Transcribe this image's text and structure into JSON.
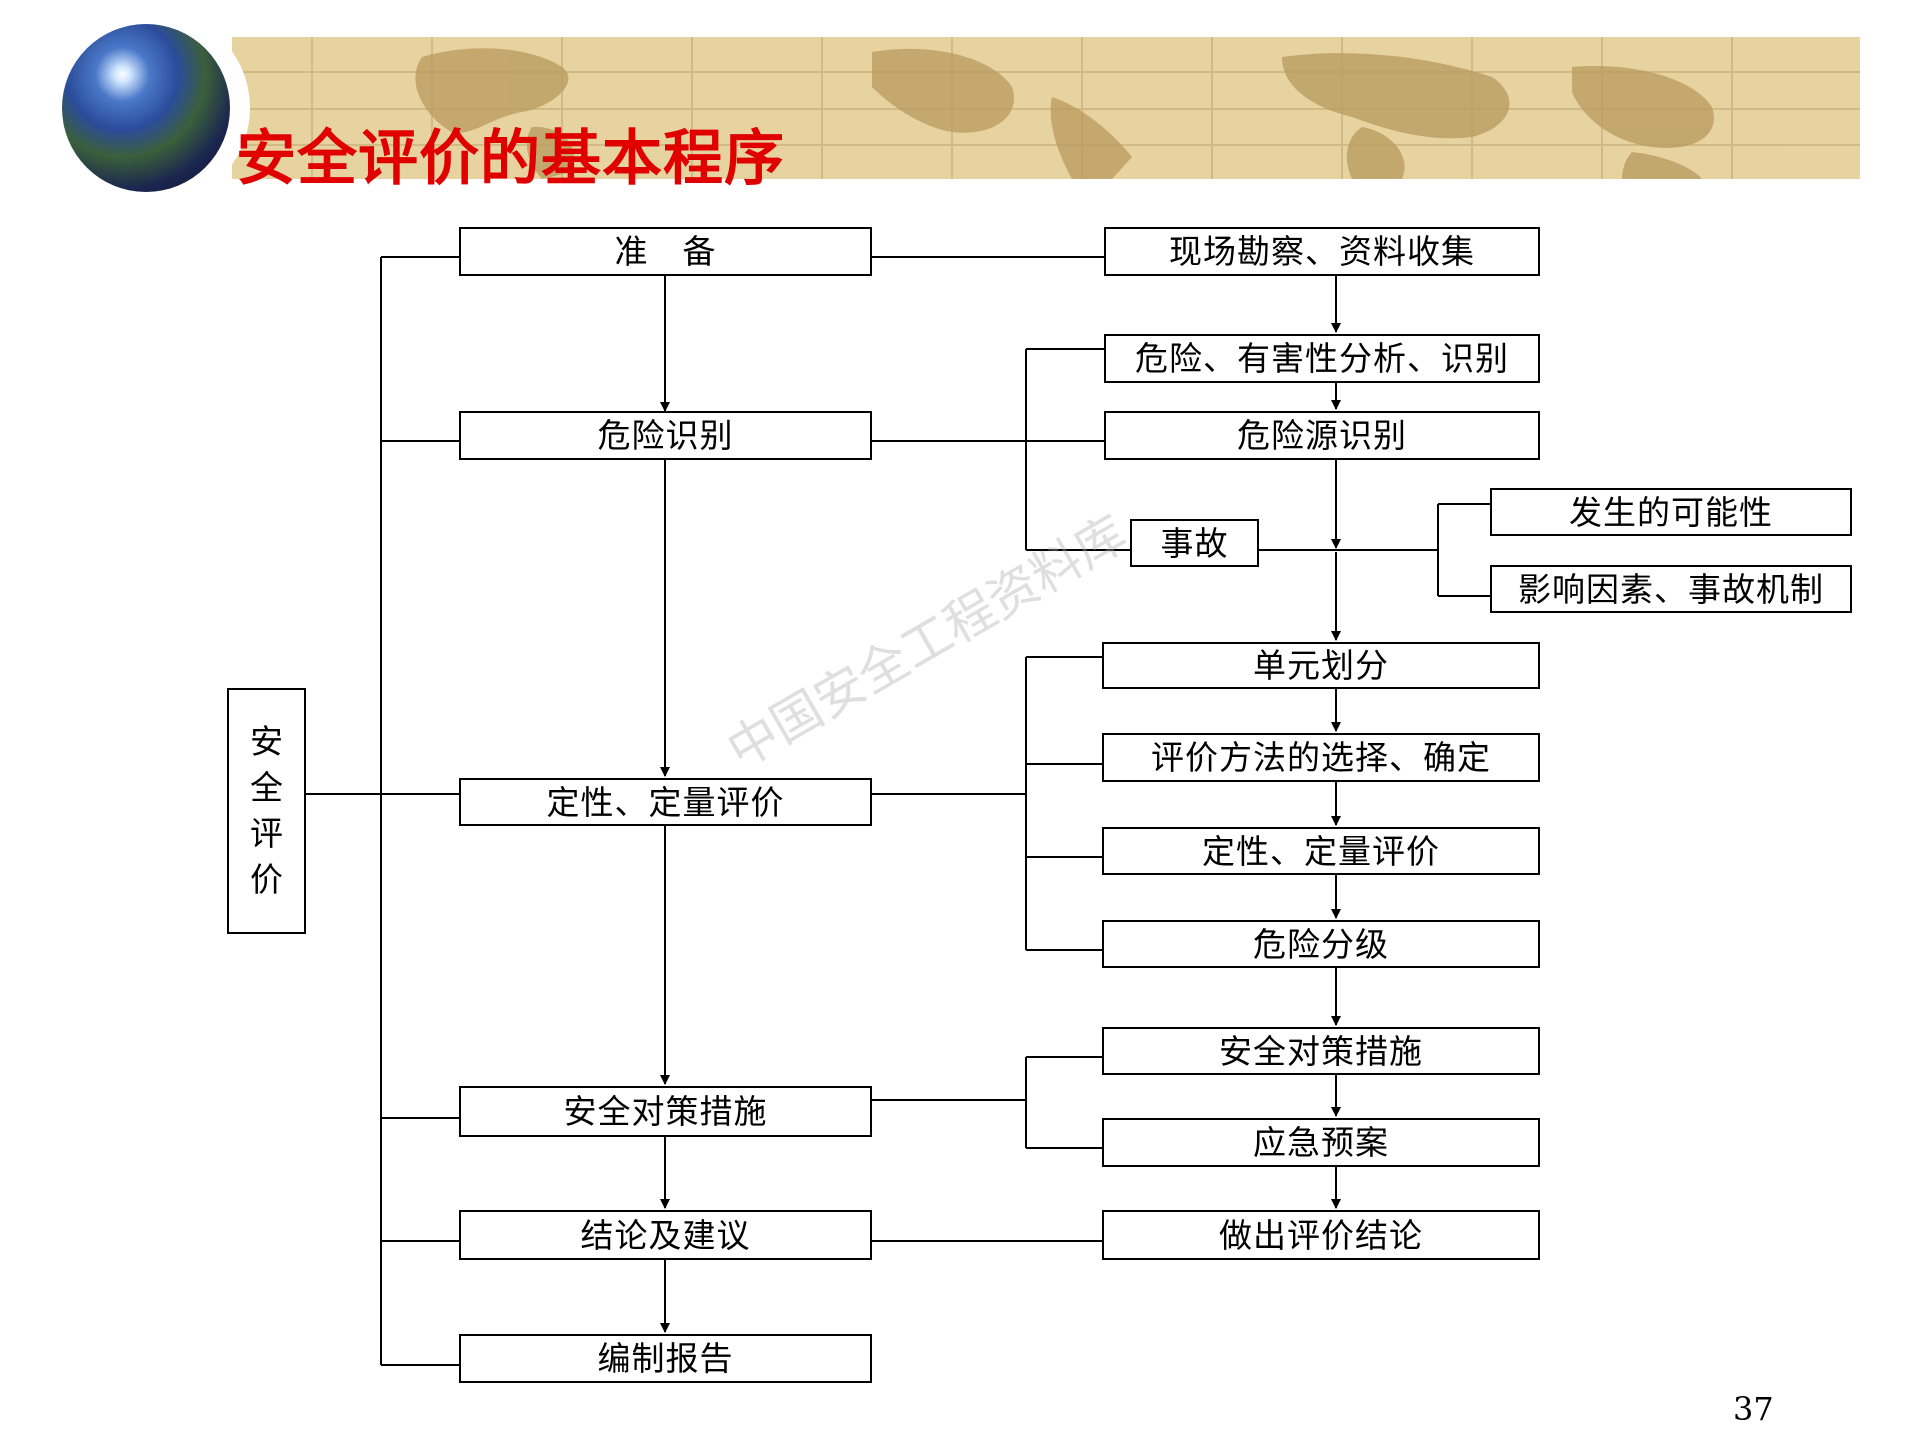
{
  "slide": {
    "title": "安全评价的基本程序",
    "page_number": "37",
    "watermark": "中国安全工程资料库"
  },
  "main_label_chars": [
    "安",
    "全",
    "评",
    "价"
  ],
  "left_column": {
    "prepare": "准　备",
    "hazard_identification": "危险识别",
    "qualitative_quantitative": "定性、定量评价",
    "safety_measures": "安全对策措施",
    "conclusions_suggestions": "结论及建议",
    "compile_report": "编制报告"
  },
  "right_column": {
    "site_survey": "现场勘察、资料收集",
    "hazard_analysis": "危险、有害性分析、识别",
    "hazard_source": "危险源识别",
    "accident": "事故",
    "likelihood": "发生的可能性",
    "factors_mechanism": "影响因素、事故机制",
    "unit_division": "单元划分",
    "method_selection": "评价方法的选择、确定",
    "qualitative_quantitative": "定性、定量评价",
    "hazard_grading": "危险分级",
    "safety_measures": "安全对策措施",
    "emergency_plan": "应急预案",
    "conclusion": "做出评价结论"
  }
}
